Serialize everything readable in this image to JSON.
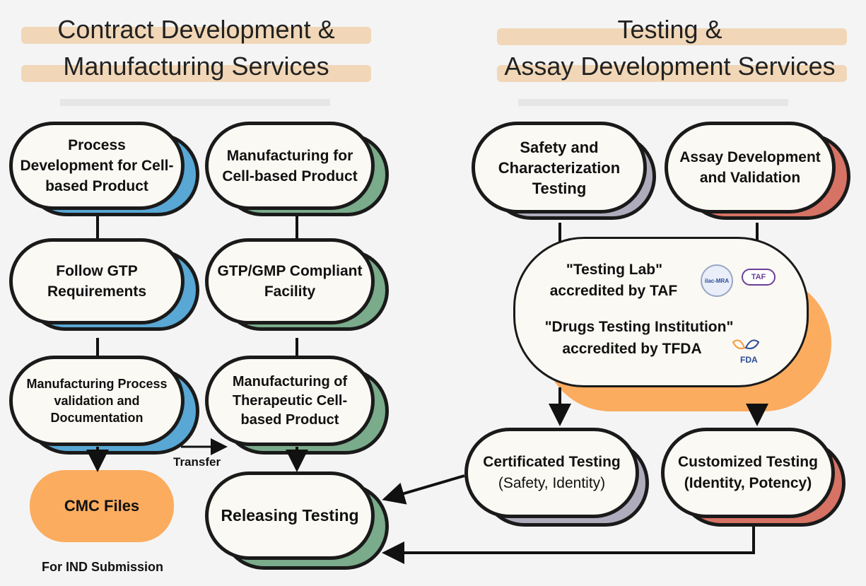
{
  "left_title": {
    "line1": "Contract Development &",
    "line2": "Manufacturing Services"
  },
  "right_title": {
    "line1": "Testing &",
    "line2": "Assay Development Services"
  },
  "left_col1": {
    "step1": "Process Development for Cell-based Product",
    "step2": "Follow GTP Requirements",
    "step3": "Manufacturing Process validation and Documentation",
    "output": "CMC Files",
    "output_note": "For IND Submission"
  },
  "left_col2": {
    "step1": "Manufacturing for Cell-based Product",
    "step2": "GTP/GMP Compliant Facility",
    "step3": "Manufacturing of Therapeutic Cell-based Product",
    "output": "Releasing Testing"
  },
  "transfer_label": "Transfer",
  "right": {
    "safety": "Safety and Characterization Testing",
    "assay": "Assay Development and Validation",
    "accred_line1": "\"Testing Lab\"",
    "accred_line2": "accredited by TAF",
    "accred_line3": "\"Drugs Testing Institution\"",
    "accred_line4": "accredited  by TFDA",
    "certificated_line1": "Certificated Testing",
    "certificated_line2": "(Safety, Identity)",
    "customized_line1": "Customized Testing",
    "customized_line2": "(Identity, Potency)"
  },
  "logos": {
    "ilac": "ilac-MRA",
    "taf": "TAF",
    "fda": "FDA"
  },
  "colors": {
    "blue": "#58a7d4",
    "green": "#7aab8a",
    "grey": "#aeacbc",
    "red": "#d67364",
    "orange": "#fbac5f",
    "highlight": "#f1d7b7"
  }
}
